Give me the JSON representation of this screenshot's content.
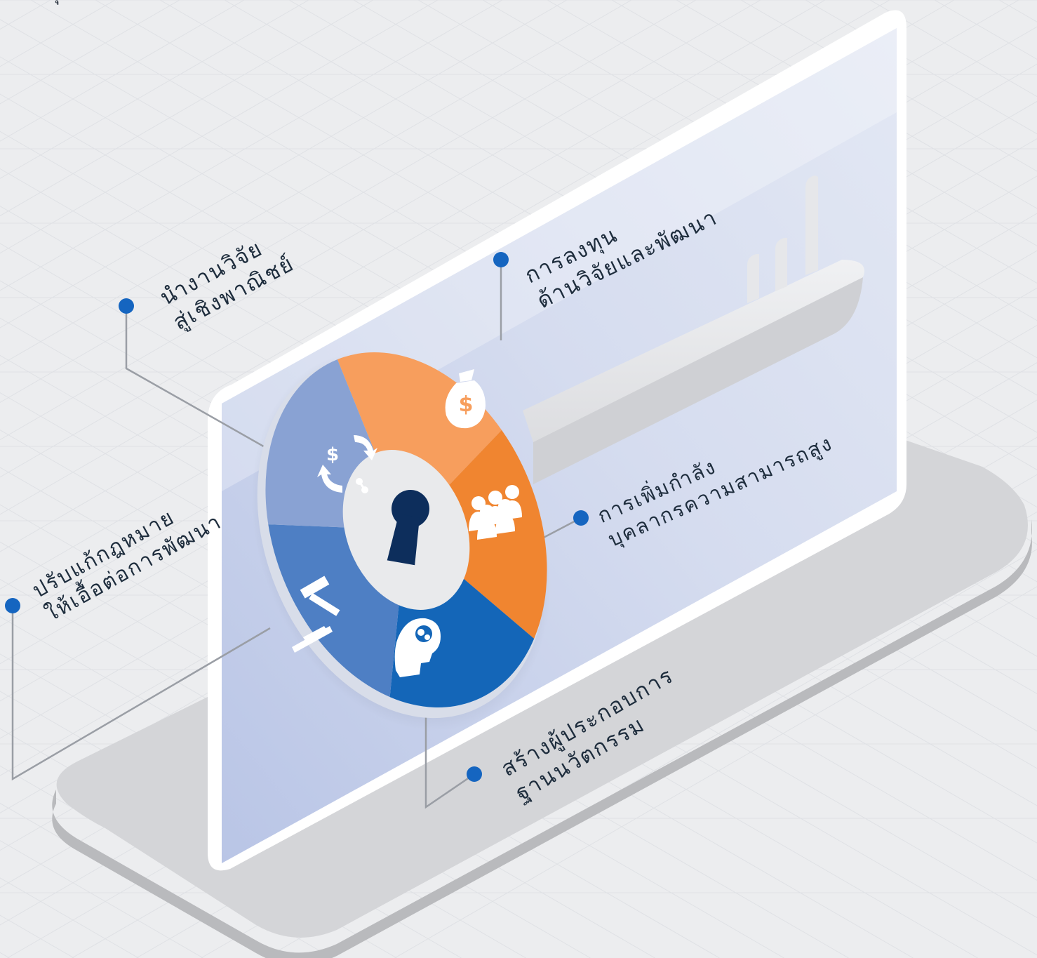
{
  "headline": "ประยุกต์ใช้งานวิจัยเพื่อนำไปต่อยอดในเชิงพาณิชย์ได้มากขึ้น",
  "colors": {
    "background": "#ecedef",
    "grid": "#dfe1e5",
    "base_top": "#d4d5d8",
    "base_side": "#b9babd",
    "panel_border": "#ffffff",
    "panel_fill": "#c9d2ea",
    "key_shaft": "#e6e7ea",
    "bullet": "#1565c0",
    "leader_line": "#9a9ea5",
    "label_text": "#1e2d3d",
    "wheel_hub": "#e9eaec",
    "keyhole": "#0d2e5c",
    "icon_fill": "#ffffff"
  },
  "wheel": {
    "segments": [
      {
        "name": "investment",
        "icon": "money-bag-icon",
        "color": "#f79e5d"
      },
      {
        "name": "workforce",
        "icon": "people-group-icon",
        "color": "#f08530"
      },
      {
        "name": "entrepreneur",
        "icon": "head-gears-icon",
        "color": "#1466b8"
      },
      {
        "name": "law",
        "icon": "gavel-icon",
        "color": "#4e7fc4"
      },
      {
        "name": "commercialize",
        "icon": "dollar-cycle-icon",
        "color": "#89a2d3"
      }
    ],
    "center_icon": "keyhole-icon"
  },
  "callouts": {
    "investment": {
      "lines": [
        "การลงทุน",
        "ด้านวิจัยและพัฒนา"
      ]
    },
    "commercialize": {
      "lines": [
        "นำงานวิจัย",
        "สู่เชิงพาณิชย์"
      ]
    },
    "workforce": {
      "lines": [
        "การเพิ่มกำลัง",
        "บุคลากรความสามารถสูง"
      ]
    },
    "law": {
      "lines": [
        "ปรับแก้กฎหมาย",
        "ให้เอื้อต่อการพัฒนา"
      ]
    },
    "entrepreneur": {
      "lines": [
        "สร้างผู้ประกอบการ",
        "ฐานนวัตกรรม"
      ]
    }
  }
}
